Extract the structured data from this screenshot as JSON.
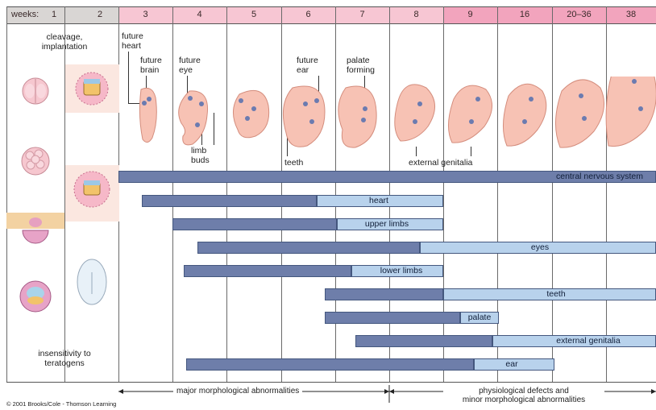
{
  "weeks_label": "weeks:",
  "weeks": [
    "1",
    "2",
    "3",
    "4",
    "5",
    "6",
    "7",
    "8",
    "9",
    "16",
    "20–36",
    "38"
  ],
  "stage_labels": {
    "cleavage": "cleavage,\nimplantation",
    "insensitivity": "insensitivity to\nteratogens",
    "future_heart": "future\nheart",
    "future_brain": "future\nbrain",
    "future_eye": "future\neye",
    "limb_buds": "limb\nbuds",
    "future_ear": "future\near",
    "palate_forming": "palate\nforming",
    "teeth": "teeth",
    "external_genitalia": "external genitalia"
  },
  "organs": [
    {
      "name": "central nervous system",
      "dark_start": "3",
      "dark_end": "38",
      "light_end": "38"
    },
    {
      "name": "heart",
      "dark_start": "3.5",
      "dark_end": "6.5",
      "light_end": "8"
    },
    {
      "name": "upper limbs",
      "dark_start": "4",
      "dark_end": "7",
      "light_end": "8"
    },
    {
      "name": "eyes",
      "dark_start": "4.5",
      "dark_end": "8",
      "light_end": "38"
    },
    {
      "name": "lower limbs",
      "dark_start": "4",
      "dark_end": "7",
      "light_end": "8"
    },
    {
      "name": "teeth",
      "dark_start": "6.5",
      "dark_end": "8",
      "light_end": "38"
    },
    {
      "name": "palate",
      "dark_start": "6.5",
      "dark_end": "8",
      "light_end": "9"
    },
    {
      "name": "external genitalia",
      "dark_start": "7",
      "dark_end": "9",
      "light_end": "38"
    },
    {
      "name": "ear",
      "dark_start": "4",
      "dark_end": "9",
      "light_end": "16"
    }
  ],
  "footer": {
    "major": "major morphological abnormalities",
    "minor": "physiological defects and\nminor morphological abnormalities"
  },
  "copyright": "© 2001 Brooks/Cole - Thomson Learning",
  "colors": {
    "bar_dark": "#6e7eaa",
    "bar_light": "#b8d2ec",
    "header_pink": "#f7c6d3",
    "header_dark_pink": "#f2a4bd",
    "header_grey": "#d9d6d4",
    "embryo": "#f7c2b4"
  }
}
